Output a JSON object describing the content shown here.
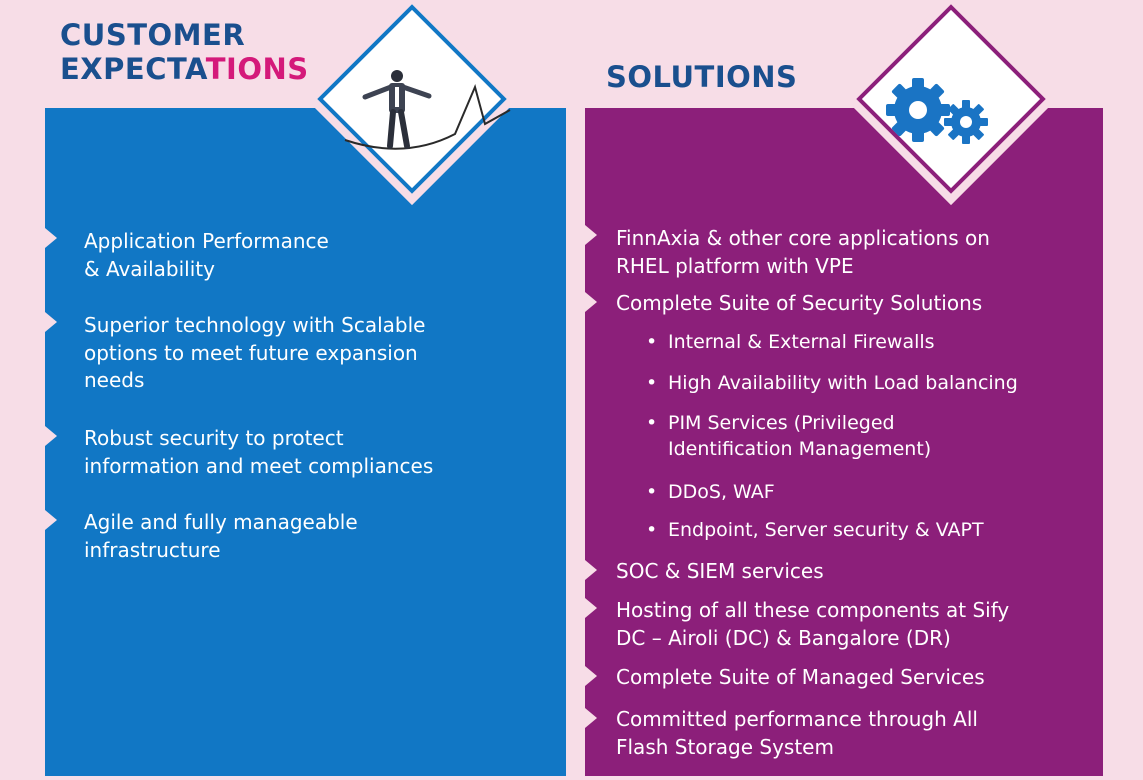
{
  "left": {
    "heading_line1": "CUSTOMER",
    "heading_line2_a": "EXPECTA",
    "heading_line2_b": "TIONS",
    "items": [
      "Application Performance\n& Availability",
      "Superior technology with Scalable\noptions to meet future expansion\nneeds",
      "Robust security to protect\ninformation and meet compliances",
      "Agile and fully manageable\ninfrastructure"
    ],
    "icon": "tightrope-walker-icon"
  },
  "right": {
    "heading": "SOLUTIONS",
    "items": [
      "FinnAxia & other core applications on\nRHEL platform with VPE",
      "Complete Suite of  Security Solutions",
      "SOC & SIEM services",
      "Hosting of all these components at Sify\nDC – Airoli (DC) & Bangalore (DR)",
      "Complete Suite of Managed Services",
      "Committed performance through All\nFlash Storage System"
    ],
    "sub_items": [
      "Internal & External Firewalls",
      "High Availability with Load balancing",
      "PIM Services (Privileged\nIdentification Management)",
      "DDoS, WAF",
      "Endpoint, Server security & VAPT"
    ],
    "bullet": "•",
    "icon": "gears-icon"
  },
  "colors": {
    "background": "#f7dde7",
    "blue_panel": "#1177c5",
    "magenta_panel": "#8c1f7a",
    "heading_blue": "#1a4f8e",
    "heading_magenta": "#d4197a"
  }
}
